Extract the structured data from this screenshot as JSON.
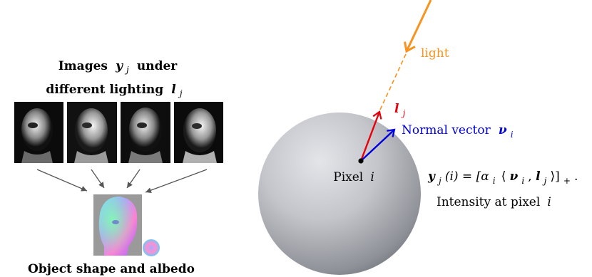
{
  "left": {
    "caption_line1_prefix": "Images",
    "caption_line1_var": "y",
    "caption_line1_sub": "j",
    "caption_line1_suffix": "under",
    "caption_line2_prefix": "different lighting",
    "caption_line2_var": "l",
    "caption_line2_sub": "j",
    "photo_count": 4,
    "bottom_caption": "Object shape and albedo",
    "bottom_caption_color": "#29abe2"
  },
  "right": {
    "light_label": "light",
    "light_color": "#f7931e",
    "lj_var": "l",
    "lj_sub": "j",
    "lj_color": "#e8000b",
    "normal_label": "Normal vector",
    "normal_var": "ν",
    "normal_sub": "i",
    "normal_color": "#0000dd",
    "pixel_label": "Pixel",
    "pixel_var": "i",
    "equation_lhs": "y",
    "equation_lhs_sub": "j",
    "equation_lhs_arg": "(i) = [α",
    "equation_alpha_sub": "i",
    "equation_bracket_open": "⟨",
    "equation_nu": "ν",
    "equation_nu_sub": "i",
    "equation_comma": ", ",
    "equation_l": "l",
    "equation_l_sub": "j",
    "equation_close": "⟩]",
    "equation_plus": "+",
    "equation_period": ".",
    "intensity_label": "Intensity at pixel",
    "intensity_var": "i"
  }
}
